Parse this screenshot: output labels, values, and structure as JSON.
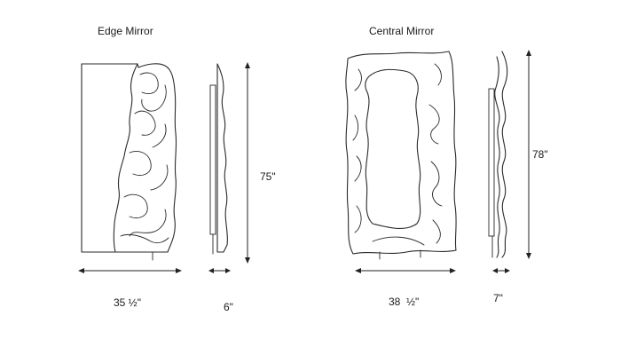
{
  "products": [
    {
      "title": "Edge Mirror",
      "width_label": "35 ½\"",
      "depth_label": "6\"",
      "height_label": "75\""
    },
    {
      "title": "Central Mirror",
      "width_label": "38  ½\"",
      "depth_label": "7\"",
      "height_label": "78\""
    }
  ]
}
